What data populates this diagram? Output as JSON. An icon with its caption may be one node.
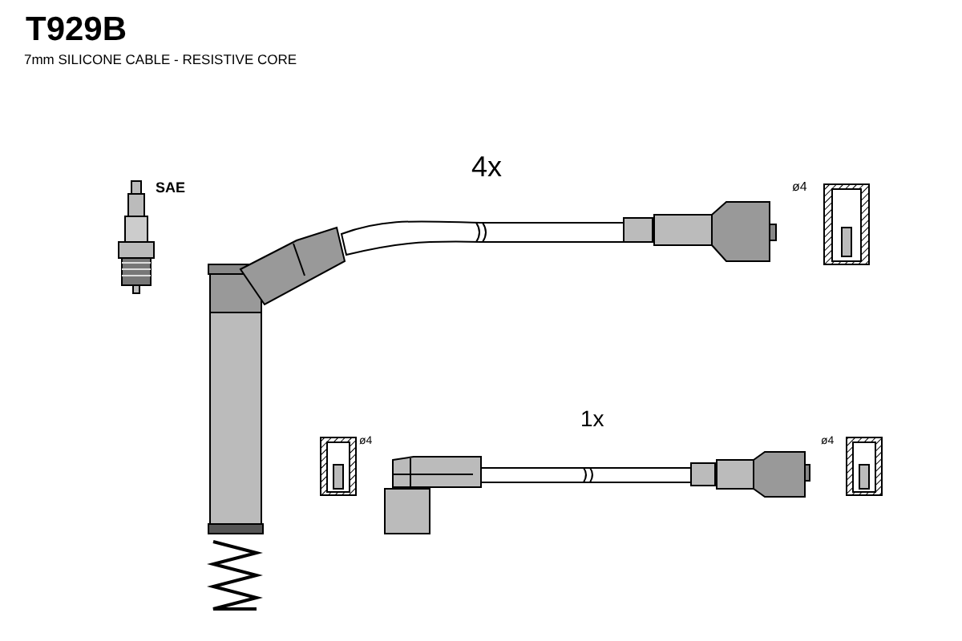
{
  "diagram": {
    "title": "T929B",
    "labels": [
      "7mm SILICONE CABLE - RESISTIVE CORE",
      "SAE",
      "4x",
      "ø4",
      "1x",
      "ø4",
      "ø4"
    ]
  }
}
